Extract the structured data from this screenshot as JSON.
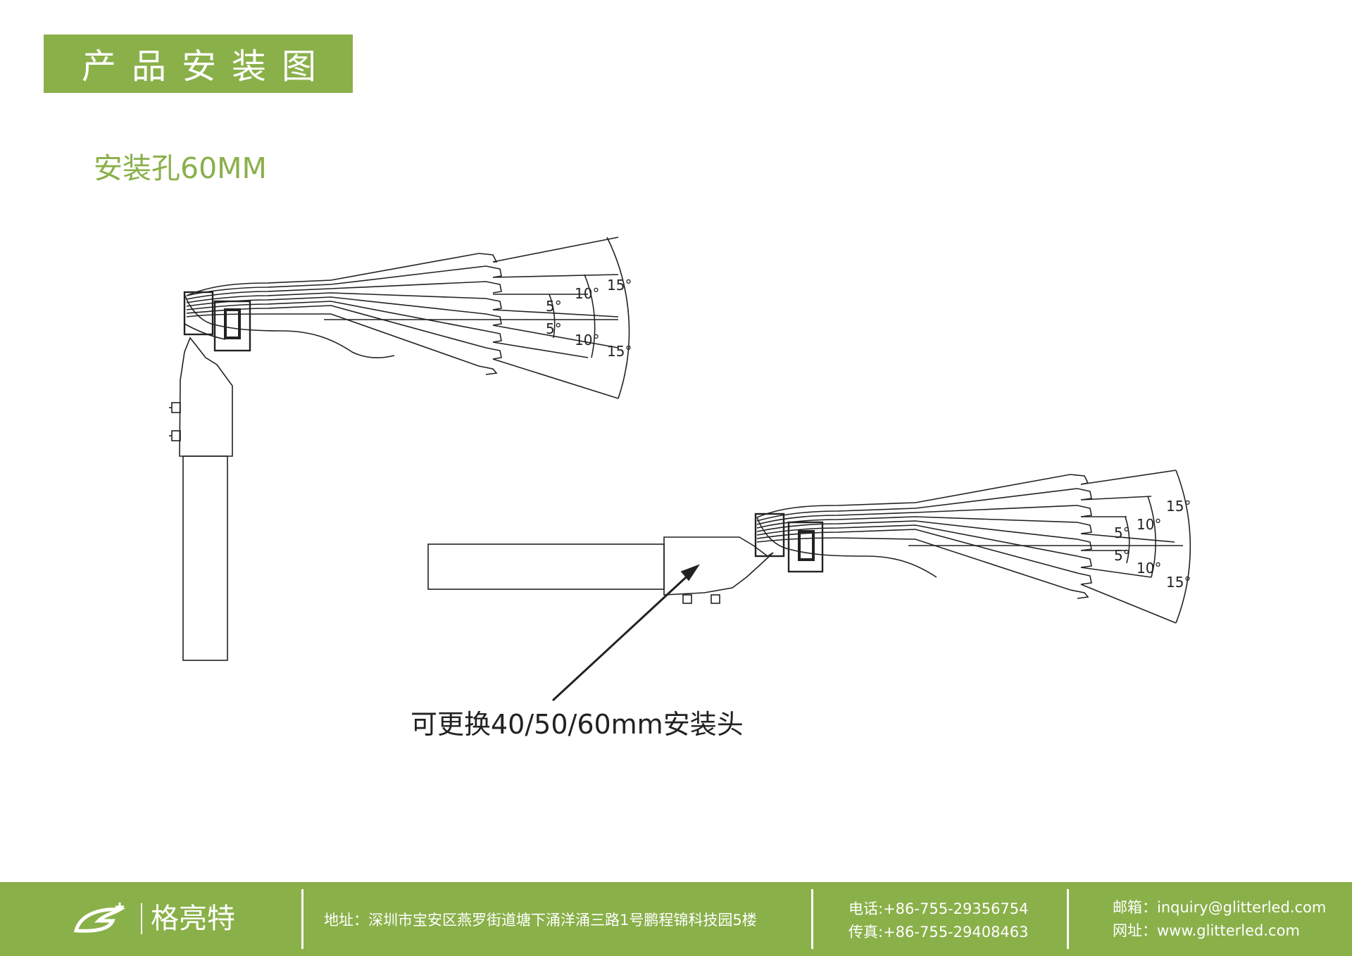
{
  "header": {
    "title": "产品安装图",
    "subtitle": "安装孔60MM"
  },
  "drawing": {
    "callout": "可更换40/50/60mm安装头",
    "angle_labels_top": [
      "15°",
      "10°",
      "5°",
      "5°",
      "10°",
      "15°"
    ],
    "angle_labels_bottom": [
      "15°",
      "10°",
      "5°",
      "5°",
      "10°",
      "15°"
    ]
  },
  "footer": {
    "brand": "格亮特",
    "address": "地址：深圳市宝安区燕罗街道塘下涌洋涌三路1号鹏程锦科技园5楼",
    "phone": "电话:+86-755-29356754",
    "fax": "传真:+86-755-29408463",
    "email": "邮箱：inquiry@glitterled.com",
    "website": "网址：www.glitterled.com"
  },
  "colors": {
    "accent": "#8ab04a",
    "line": "#222222"
  }
}
